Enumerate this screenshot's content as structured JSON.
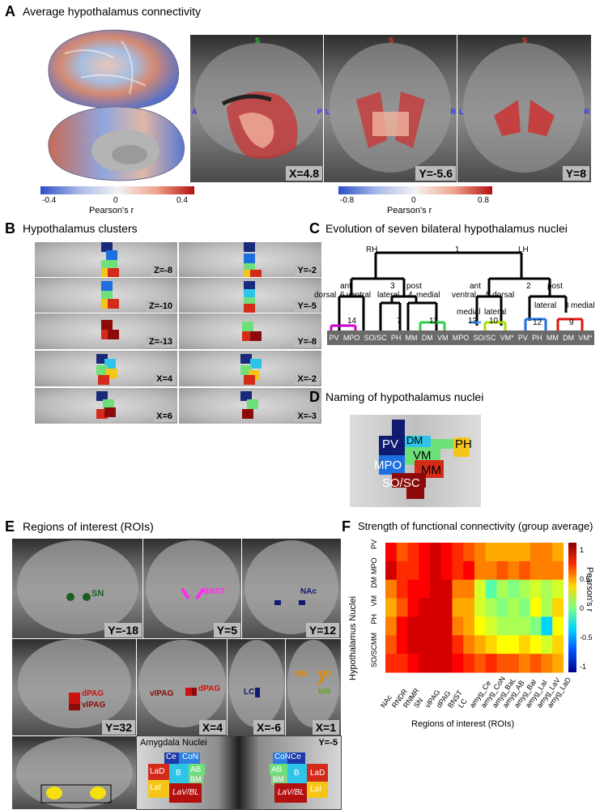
{
  "panels": {
    "A": {
      "letter": "A",
      "title": "Average hypothalamus connectivity",
      "slices": [
        "X=4.8",
        "Y=-5.6",
        "Y=8"
      ],
      "orient": {
        "a": "A",
        "p": "P",
        "s": "S",
        "l": "L",
        "r": "R"
      },
      "cbar1": {
        "min": "-0.4",
        "mid": "0",
        "max": "0.4",
        "label": "Pearson's r"
      },
      "cbar2": {
        "min": "-0.8",
        "mid": "0",
        "max": "0.8",
        "label": "Pearson's r"
      }
    },
    "B": {
      "letter": "B",
      "title": "Hypothalamus clusters",
      "slices": [
        "Z=-8",
        "Y=-2",
        "Z=-10",
        "Y=-5",
        "Z=-13",
        "Y=-8",
        "X=4",
        "X=-2",
        "X=6",
        "X=-3"
      ]
    },
    "C": {
      "letter": "C",
      "title": "Evolution of seven bilateral hypothalamus nuclei",
      "top": {
        "rh": "RH",
        "one": "1",
        "lh": "LH"
      },
      "nodes": {
        "ant_l": "ant",
        "three": "3",
        "post_l": "post",
        "ant_r": "ant",
        "two": "2",
        "post_r": "post",
        "dorsal": "dorsal",
        "six": "6",
        "ventral_l": "ventral",
        "lateral_l": "lateral",
        "four": "4",
        "medial_l": "medial",
        "ventral_r": "ventral",
        "five": "5",
        "dorsal_r": "dorsal",
        "lateral_r": "lateral",
        "eight": "8",
        "medial_r": "medial",
        "fourteen": "14",
        "seven": "7",
        "eleven": "11",
        "medial_c": "medial",
        "thirteen": "13",
        "lateral_c": "lateral",
        "ten": "10",
        "twelve": "12",
        "nine": "9"
      },
      "leaves": [
        "PV",
        "MPO",
        "SO/SC",
        "PH",
        "MM",
        "DM",
        "VM",
        "MPO",
        "SO/SC",
        "VM*",
        "PV",
        "PH",
        "MM",
        "DM",
        "VM*"
      ]
    },
    "D": {
      "letter": "D",
      "title": "Naming of hypothalamus nuclei",
      "labels": {
        "pv": "PV",
        "dm": "DM",
        "ph": "PH",
        "vm": "VM",
        "mpo": "MPO",
        "mm": "MM",
        "sosc": "SO/SC"
      }
    },
    "E": {
      "letter": "E",
      "title": "Regions of interest (ROIs)",
      "slices": [
        "Y=-18",
        "Y=5",
        "Y=12",
        "Y=32",
        "X=4",
        "X=-6",
        "X=1",
        "Y=-5"
      ],
      "rois": {
        "sn": "SN",
        "bnst": "BNST",
        "nac": "NAc",
        "dpag": "dPAG",
        "vlpag": "vlPAG",
        "dpag2": "dPAG",
        "vlpag2": "vlPAG",
        "lc": "LC",
        "rn": "RN",
        "dr": "DR",
        "mr": "MR"
      },
      "amygdala": {
        "title": "Amygdala Nuclei",
        "left": {
          "ce": "Ce",
          "con": "CoN",
          "lad": "LaD",
          "b": "B",
          "ab": "AB",
          "bm": "BM",
          "lai": "LaI",
          "lavbl": "LaV/BL"
        },
        "right": {
          "con": "CoN",
          "ce": "Ce",
          "ab": "AB",
          "b": "B",
          "bm": "BM",
          "lad": "LaD",
          "lavbl": "LaV/BL",
          "lai": "LaI"
        }
      }
    },
    "F": {
      "letter": "F",
      "title": "Strength of functional connectivity (group average)",
      "ylabel": "Hypothalamus Nuclei",
      "xlabel": "Regions of interest (ROIs)",
      "cbar_label": "Pearson's r",
      "cbar_ticks": [
        "1",
        "0.5",
        "0",
        "-0.5",
        "-1"
      ]
    }
  },
  "colors": {
    "dv": "#1a2a7a",
    "blue": "#1e6fe0",
    "cyan": "#2ec4e8",
    "green": "#6ee07a",
    "yellow": "#f5c518",
    "red": "#d42a1a",
    "maroon": "#8c0a0a"
  },
  "chart_data": {
    "type": "heatmap",
    "title": "Strength of functional connectivity (group average)",
    "ylabel": "Hypothalamus Nuclei",
    "xlabel": "Regions of interest (ROIs)",
    "rows": [
      "PV",
      "MPO",
      "DM",
      "VM",
      "PH",
      "MM",
      "SO/SC"
    ],
    "columns": [
      "NAc",
      "RNDR",
      "RNMR",
      "SN",
      "vlPAG",
      "dPAG",
      "BNST",
      "LC",
      "amyg_Ce",
      "amyg_CoN",
      "amyg_BaL",
      "amyg_AB",
      "amyg_BaI",
      "amyg_LaI",
      "amyg_LaV",
      "amyg_LaD"
    ],
    "values": [
      [
        0.9,
        0.7,
        0.8,
        0.9,
        1.0,
        0.9,
        0.8,
        0.7,
        0.6,
        0.5,
        0.5,
        0.5,
        0.5,
        0.6,
        0.6,
        0.5
      ],
      [
        1.0,
        0.8,
        0.8,
        0.9,
        1.0,
        0.9,
        0.8,
        0.9,
        0.6,
        0.6,
        0.7,
        0.6,
        0.7,
        0.6,
        0.6,
        0.6
      ],
      [
        0.6,
        0.8,
        0.9,
        0.9,
        1.0,
        1.0,
        0.6,
        0.6,
        0.2,
        -0.1,
        0.1,
        0.0,
        0.1,
        0.2,
        0.1,
        0.2
      ],
      [
        0.5,
        0.7,
        0.9,
        1.0,
        1.0,
        1.0,
        0.5,
        0.5,
        0.2,
        0.1,
        0.0,
        0.1,
        0.0,
        0.3,
        0.1,
        0.4
      ],
      [
        0.6,
        0.9,
        1.0,
        1.0,
        1.0,
        1.0,
        0.6,
        0.5,
        0.3,
        0.2,
        0.1,
        0.1,
        0.1,
        0.0,
        -0.4,
        0.3
      ],
      [
        0.7,
        0.9,
        1.0,
        1.0,
        1.0,
        1.0,
        0.8,
        0.6,
        0.5,
        0.4,
        0.3,
        0.3,
        0.4,
        0.3,
        0.2,
        0.4
      ],
      [
        0.8,
        0.8,
        0.9,
        1.0,
        1.0,
        1.0,
        0.9,
        0.8,
        0.7,
        0.8,
        0.7,
        0.7,
        0.6,
        0.7,
        0.6,
        0.5
      ]
    ],
    "vmin": -1.2,
    "vmax": 1.2
  }
}
